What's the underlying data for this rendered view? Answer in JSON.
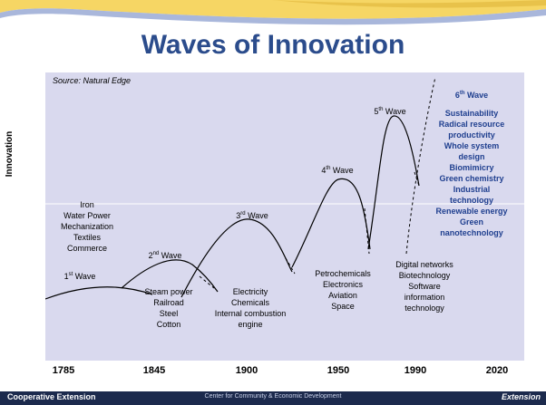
{
  "title": "Waves of Innovation",
  "source": "Source:  Natural Edge",
  "y_axis_label": "Innovation",
  "x_ticks": [
    "1785",
    "1845",
    "1900",
    "1950",
    "1990",
    "2020"
  ],
  "waves": [
    {
      "label": "1",
      "sup": "st",
      "suffix": " Wave",
      "items": [
        "Iron",
        "Water Power",
        "Mechanization",
        "Textiles",
        "Commerce"
      ]
    },
    {
      "label": "2",
      "sup": "nd",
      "suffix": " Wave",
      "items": [
        "Steam power",
        "Railroad",
        "Steel",
        "Cotton"
      ]
    },
    {
      "label": "3",
      "sup": "rd",
      "suffix": " Wave",
      "items": [
        "Electricity",
        "Chemicals",
        "Internal combustion",
        "engine"
      ]
    },
    {
      "label": "4",
      "sup": "th",
      "suffix": " Wave",
      "items": [
        "Petrochemicals",
        "Electronics",
        "Aviation",
        "Space"
      ]
    },
    {
      "label": "5",
      "sup": "th",
      "suffix": " Wave",
      "items": [
        "Digital networks",
        "Biotechnology",
        "Software",
        "information",
        "technology"
      ]
    },
    {
      "label": "6",
      "sup": "th",
      "suffix": "  Wave",
      "items": [
        "Sustainability",
        "Radical resource",
        "productivity",
        "Whole system",
        "design",
        "Biomimicry",
        "Green chemistry",
        "Industrial",
        "technology",
        "Renewable energy",
        "Green",
        "nanotechnology"
      ]
    }
  ],
  "footer": {
    "left": "Cooperative Extension",
    "center": "Center for Community & Economic Development",
    "right": "Extension"
  },
  "colors": {
    "title": "#2b4c8c",
    "plot_bg": "#d9d9ee",
    "sixth_wave_text": "#1f3f8f",
    "footer_bg": "#1c2a4d"
  }
}
